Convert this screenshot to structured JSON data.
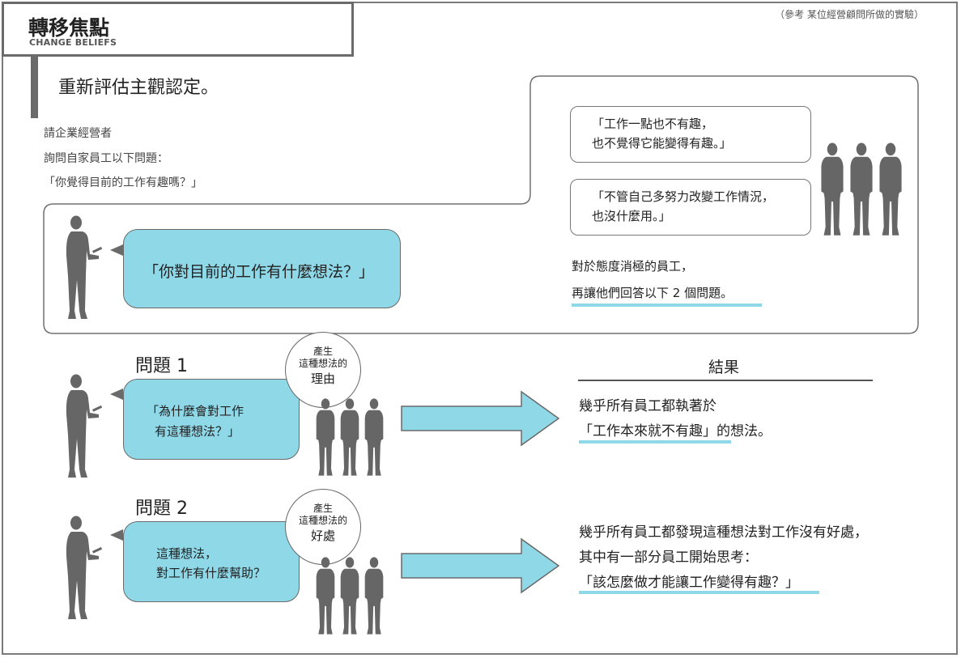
{
  "header": {
    "title": "轉移焦點",
    "subtitle": "CHANGE BELIEFS",
    "source_note": "（參考 某位經營顧問所做的實驗）"
  },
  "heading": "重新評估主觀認定。",
  "intro": [
    "請企業經營者",
    "詢問自家員工以下問題：",
    "「你覺得目前的工作有趣嗎？」"
  ],
  "main_question": "「你對目前的工作有什麼想法？」",
  "employee_replies": [
    [
      "「工作一點也不有趣，",
      "也不覺得它能變得有趣。」"
    ],
    [
      "「不管自己多努力改變工作情況，",
      "也沒什麼用。」"
    ]
  ],
  "followup": [
    "對於態度消極的員工，",
    "再讓他們回答以下 2 個問題。"
  ],
  "result_header": "結果",
  "questions": [
    {
      "label": "問題 1",
      "bubble": [
        "「為什麼會對工作",
        "有這種想法？」"
      ],
      "circle": [
        "產生",
        "這種想法的",
        "理由"
      ],
      "result": [
        "幾乎所有員工都執著於",
        "「工作本來就不有趣」的想法。"
      ],
      "highlight": "「工作本來就不有趣」"
    },
    {
      "label": "問題 2",
      "bubble": [
        "這種想法，",
        "對工作有什麼幫助？"
      ],
      "circle": [
        "產生",
        "這種想法的",
        "好處"
      ],
      "result": [
        "幾乎所有員工都發現這種想法對工作沒有好處，",
        "其中有一部分員工開始思考：",
        "「該怎麼做才能讓工作變得有趣？」"
      ],
      "highlight": "「該怎麼做才能讓工作變得有趣？」"
    }
  ],
  "colors": {
    "bubble_fill": "#8fd8e8",
    "highlight_underline": "#8fd8e8",
    "silhouette": "#666666",
    "arrow_fill": "#8fd8e8"
  },
  "icons": [
    "manager-silhouette-icon",
    "employee-group-icon",
    "right-arrow-icon"
  ]
}
